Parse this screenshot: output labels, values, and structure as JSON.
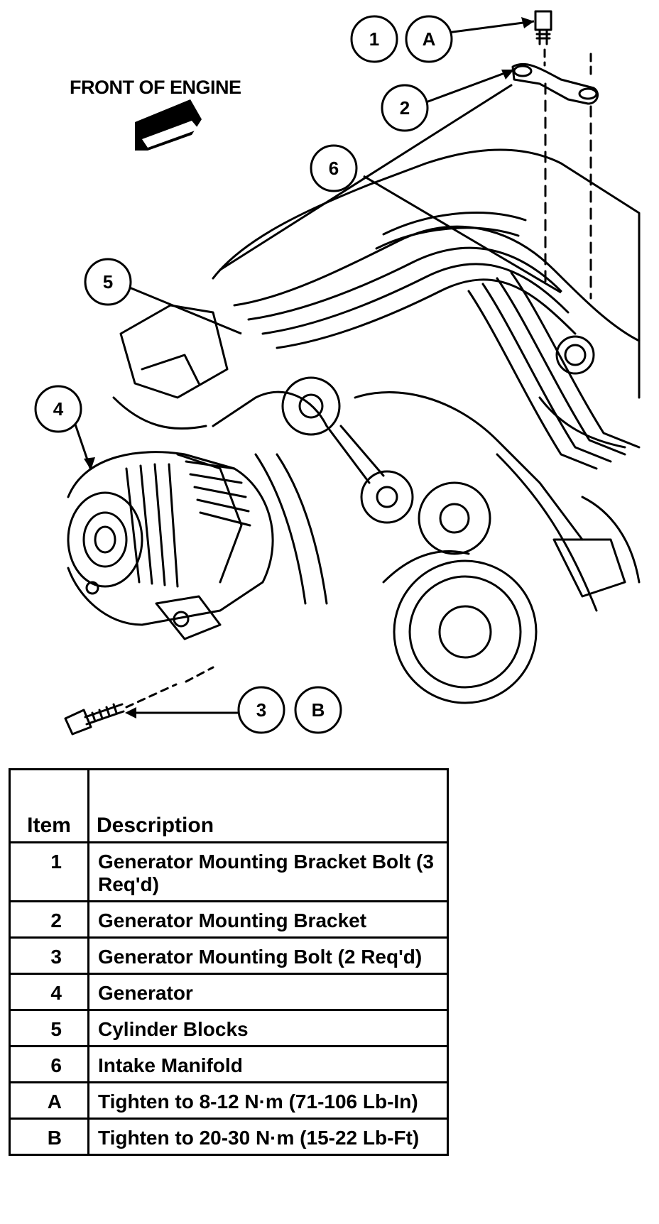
{
  "diagram": {
    "front_label": "FRONT OF ENGINE",
    "callouts": [
      {
        "id": "c1",
        "text": "1"
      },
      {
        "id": "cA",
        "text": "A"
      },
      {
        "id": "c2",
        "text": "2"
      },
      {
        "id": "c6",
        "text": "6"
      },
      {
        "id": "c5",
        "text": "5"
      },
      {
        "id": "c4",
        "text": "4"
      },
      {
        "id": "c3",
        "text": "3"
      },
      {
        "id": "cB",
        "text": "B"
      }
    ]
  },
  "legend": {
    "headers": {
      "item": "Item",
      "description": "Description"
    },
    "rows": [
      {
        "item": "1",
        "description": "Generator Mounting Bracket Bolt (3 Req'd)"
      },
      {
        "item": "2",
        "description": "Generator Mounting Bracket"
      },
      {
        "item": "3",
        "description": "Generator Mounting Bolt (2 Req'd)"
      },
      {
        "item": "4",
        "description": "Generator"
      },
      {
        "item": "5",
        "description": "Cylinder Blocks"
      },
      {
        "item": "6",
        "description": "Intake Manifold"
      },
      {
        "item": "A",
        "description": "Tighten to 8-12 N·m (71-106 Lb-In)"
      },
      {
        "item": "B",
        "description": "Tighten to 20-30 N·m (15-22 Lb-Ft)"
      }
    ]
  }
}
